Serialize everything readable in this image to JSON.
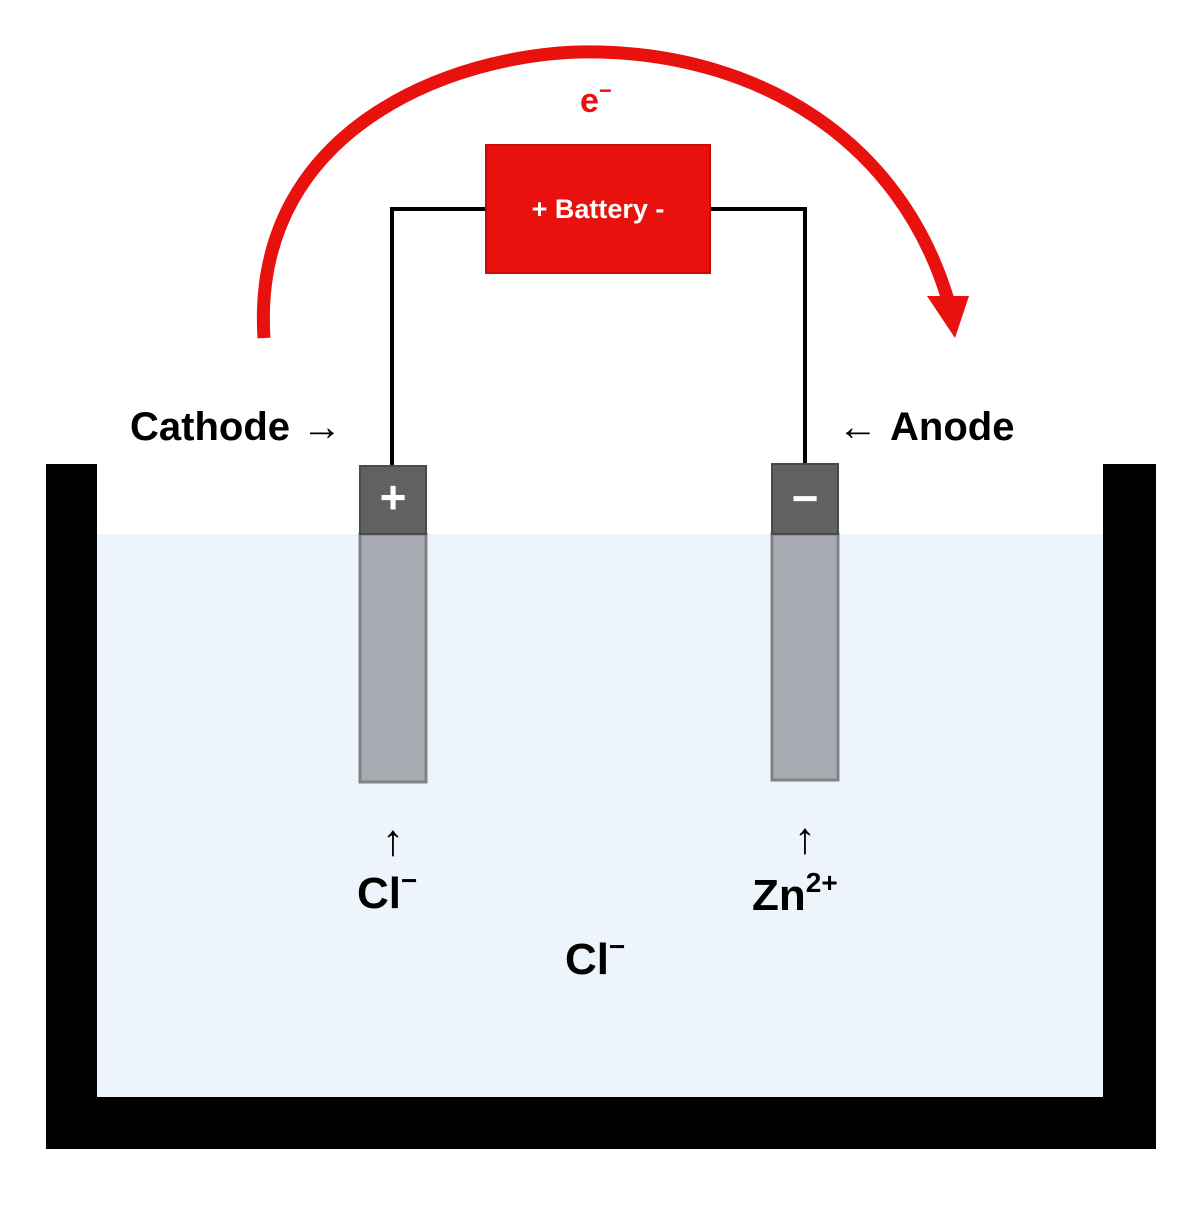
{
  "electron_flow": {
    "label": "e",
    "charge": "−",
    "color": "#e8110e"
  },
  "battery": {
    "label": "+ Battery -",
    "color": "#e8110e"
  },
  "cathode": {
    "label": "Cathode",
    "arrow": "→",
    "terminal_sign": "+"
  },
  "anode": {
    "label": "Anode",
    "arrow": "←",
    "terminal_sign": "−"
  },
  "ions": {
    "cathode_ion": {
      "arrow": "↑",
      "symbol": "Cl",
      "charge": "−"
    },
    "anode_ion": {
      "arrow": "↑",
      "symbol": "Zn",
      "charge": "2+"
    },
    "solution_ion": {
      "symbol": "Cl",
      "charge": "−"
    }
  },
  "colors": {
    "electrolyte": "#edf4fb",
    "electrode_body": "#a8aab1",
    "electrode_cap": "#626061",
    "tank": "#000000",
    "wire": "#000000"
  }
}
